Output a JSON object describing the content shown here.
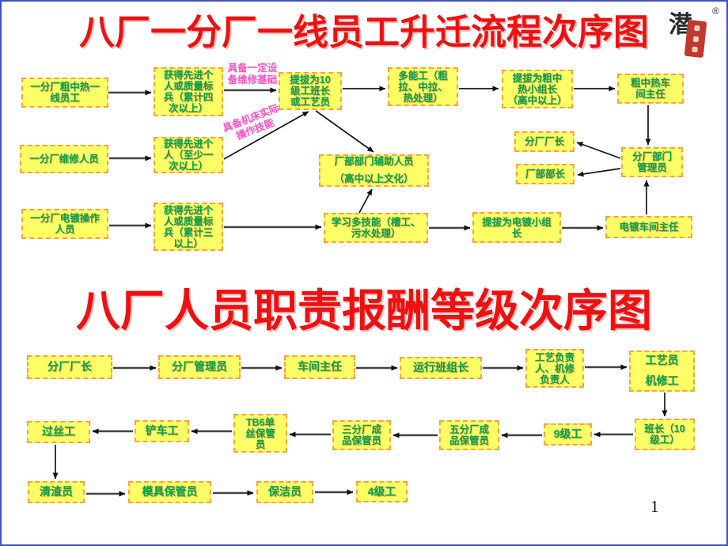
{
  "slide": {
    "page_number": "1"
  },
  "logo": {
    "character": "潜",
    "registered_mark": "®"
  },
  "colors": {
    "box_fill": "#ffff66",
    "box_border": "#ffa040",
    "box_text": "#00a34e",
    "title_red": "#ee1111",
    "annotation_pink": "#ff4fc2",
    "arrow": "#333333",
    "frame_blue": "#3f51c1"
  },
  "chart1": {
    "title": "八厂一分厂一线员工升迁流程次序图",
    "annotations": [
      {
        "text": "具备一定设\n备维修基础"
      },
      {
        "text": "具备机床实际\n操作技能"
      }
    ],
    "nodes": [
      {
        "label": "一分厂粗中热一\n线员工"
      },
      {
        "label": "获得先进个\n人或质量标\n兵（累计四\n次以上）"
      },
      {
        "label": "提拔为10\n级工班长\n或工艺员"
      },
      {
        "label": "多能工（粗\n拉、中拉、\n热处理）"
      },
      {
        "label": "提拔为粗中\n热小组长\n（高中以上）"
      },
      {
        "label": "粗中热车\n间主任"
      },
      {
        "label": "一分厂维修人员"
      },
      {
        "label": "获得先进个\n人（至少一\n次以上）"
      },
      {
        "label": "厂部部门辅助人员\n（高中以上文化）"
      },
      {
        "label": "分厂厂长"
      },
      {
        "label": "厂部部长"
      },
      {
        "label": "分厂部门\n管理员"
      },
      {
        "label": "一分厂电镀操作\n人员"
      },
      {
        "label": "获得先进个\n人或质量标\n兵（累计三\n以上）"
      },
      {
        "label": "学习多技能（槽工、\n污水处理）"
      },
      {
        "label": "提拔为电镀小组\n长"
      },
      {
        "label": "电镀车间主任"
      }
    ],
    "edges": [
      {
        "from": 0,
        "to": 1
      },
      {
        "from": 1,
        "to": 2
      },
      {
        "from": 2,
        "to": 3
      },
      {
        "from": 3,
        "to": 4
      },
      {
        "from": 4,
        "to": 5
      },
      {
        "from": 5,
        "to": 11
      },
      {
        "from": 6,
        "to": 7
      },
      {
        "from": 7,
        "to": 2
      },
      {
        "from": 2,
        "to": 8
      },
      {
        "from": 14,
        "to": 8
      },
      {
        "from": 12,
        "to": 13
      },
      {
        "from": 13,
        "to": 14
      },
      {
        "from": 14,
        "to": 15
      },
      {
        "from": 15,
        "to": 16
      },
      {
        "from": 16,
        "to": 11
      },
      {
        "from": 11,
        "to": 9
      },
      {
        "from": 11,
        "to": 10
      }
    ]
  },
  "chart2": {
    "title": "八厂人员职责报酬等级次序图",
    "nodes": [
      {
        "label": "分厂厂长"
      },
      {
        "label": "分厂管理员"
      },
      {
        "label": "车间主任"
      },
      {
        "label": "运行班组长"
      },
      {
        "label": "工艺负责\n人、机修\n负责人"
      },
      {
        "label": "工艺员\n机修工"
      },
      {
        "label": "班长（10\n级工）"
      },
      {
        "label": "9级工"
      },
      {
        "label": "五分厂成\n品保管员"
      },
      {
        "label": "三分厂成\n品保管员"
      },
      {
        "label": "TB6单\n丝保管\n员"
      },
      {
        "label": "铲车工"
      },
      {
        "label": "过丝工"
      },
      {
        "label": "清渣员"
      },
      {
        "label": "模具保管员"
      },
      {
        "label": "保洁员"
      },
      {
        "label": "4级工"
      }
    ],
    "edges": [
      {
        "from": 0,
        "to": 1
      },
      {
        "from": 1,
        "to": 2
      },
      {
        "from": 2,
        "to": 3
      },
      {
        "from": 3,
        "to": 4
      },
      {
        "from": 4,
        "to": 5
      },
      {
        "from": 5,
        "to": 6
      },
      {
        "from": 6,
        "to": 7
      },
      {
        "from": 7,
        "to": 8
      },
      {
        "from": 8,
        "to": 9
      },
      {
        "from": 9,
        "to": 10
      },
      {
        "from": 10,
        "to": 11
      },
      {
        "from": 11,
        "to": 12
      },
      {
        "from": 12,
        "to": 13
      },
      {
        "from": 13,
        "to": 14
      },
      {
        "from": 14,
        "to": 15
      },
      {
        "from": 15,
        "to": 16
      }
    ]
  }
}
